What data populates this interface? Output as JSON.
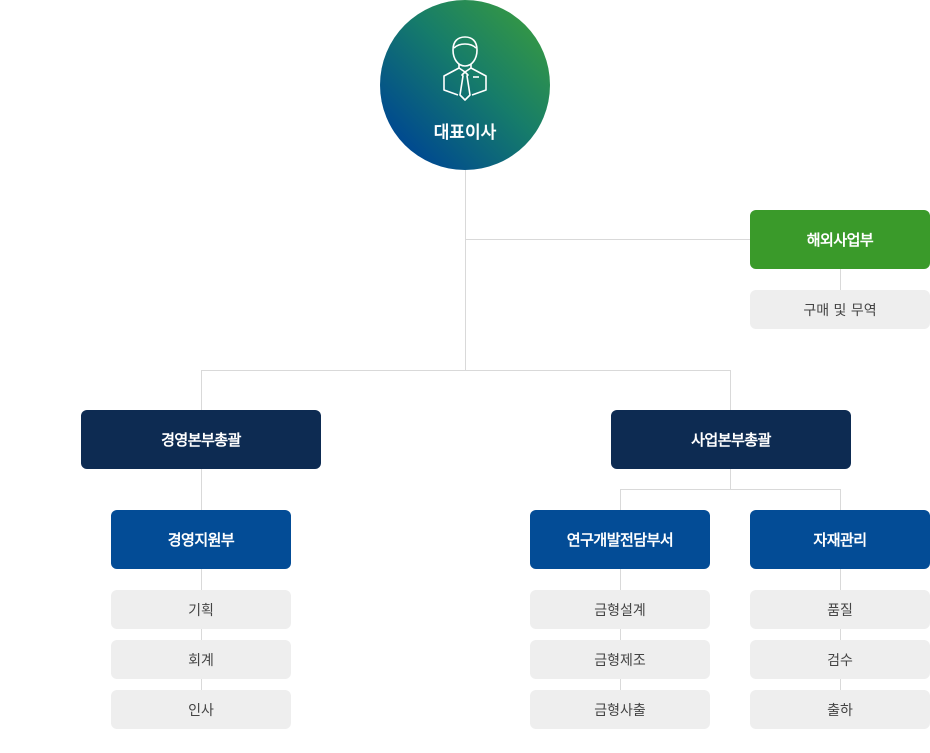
{
  "ceo": {
    "label": "대표이사",
    "icon": "businessman-icon"
  },
  "overseas": {
    "label": "해외사업부",
    "items": [
      "구매 및 무역"
    ]
  },
  "management": {
    "label": "경영본부총괄",
    "departments": [
      {
        "label": "경영지원부",
        "items": [
          "기획",
          "회계",
          "인사"
        ]
      }
    ]
  },
  "business": {
    "label": "사업본부총괄",
    "departments": [
      {
        "label": "연구개발전담부서",
        "items": [
          "금형설계",
          "금형제조",
          "금형사출"
        ]
      },
      {
        "label": "자재관리",
        "items": [
          "품질",
          "검수",
          "출하"
        ]
      }
    ]
  },
  "colors": {
    "navy": "#0d2b52",
    "blue": "#034c96",
    "green": "#3a9a2a",
    "sub": "#eeeeee",
    "line": "#d9d9d9"
  }
}
